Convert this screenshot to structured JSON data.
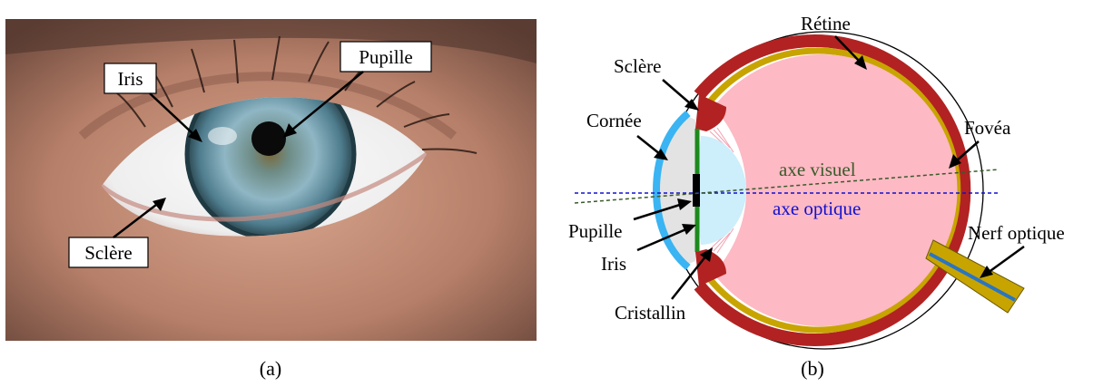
{
  "panel_a": {
    "caption": "(a)",
    "labels": {
      "iris": "Iris",
      "pupille": "Pupille",
      "sclere": "Sclère"
    }
  },
  "panel_b": {
    "caption": "(b)",
    "labels": {
      "retine": "Rétine",
      "sclere": "Sclère",
      "cornee": "Cornée",
      "fovea": "Fovéa",
      "axe_visuel": "axe visuel",
      "axe_optique": "axe optique",
      "pupille": "Pupille",
      "iris": "Iris",
      "nerf_optique": "Nerf optique",
      "cristallin": "Cristallin"
    },
    "colors": {
      "retina_pink": "#fdb9c4",
      "choroid_red": "#b22222",
      "retina_gold": "#c8a400",
      "cornea_blue": "#3ab4f2",
      "lens_lightblue": "#cdeefb",
      "iris_green": "#1c8a1c",
      "axe_visuel": "#3a5a2a",
      "axe_optique": "#1010d0"
    }
  }
}
